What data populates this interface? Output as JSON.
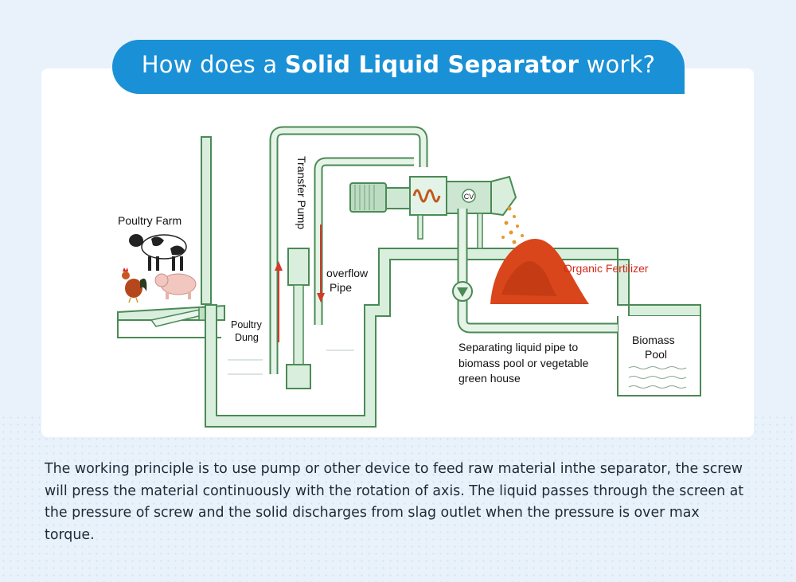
{
  "header": {
    "title_prefix": "How does a ",
    "title_emphasis": "Solid Liquid Separator",
    "title_suffix": " work?"
  },
  "diagram": {
    "labels": {
      "poultry_farm": "Poultry Farm",
      "transfer_pump": "Transfer Pump",
      "overflow_line1": "overflow",
      "overflow_line2": "Pipe",
      "poultry_dung_line1": "Poultry",
      "poultry_dung_line2": "Dung",
      "organic_fertilizer": "Organic Fertilizer",
      "separating_line1": "Separating liquid pipe to",
      "separating_line2": "biomass pool or vegetable",
      "separating_line3": "green house",
      "biomass_line1": "Biomass",
      "biomass_line2": "Pool",
      "machine_badge": "CV"
    }
  },
  "description": "The working principle is to use pump or other device to feed raw material inthe separator, the screw will press the material continuously with the rotation of axis. The liquid passes through the screen at the pressure of screw and the solid discharges from slag outlet when the pressure is over max torque.",
  "colors": {
    "accent": "#1a90d6",
    "pipe_fill": "#d9eedd",
    "pipe_stroke": "#4a8a55",
    "fertilizer": "#d9461b",
    "fertilizer_label": "#d42a1a",
    "flow_arrow": "#d23a2a"
  }
}
